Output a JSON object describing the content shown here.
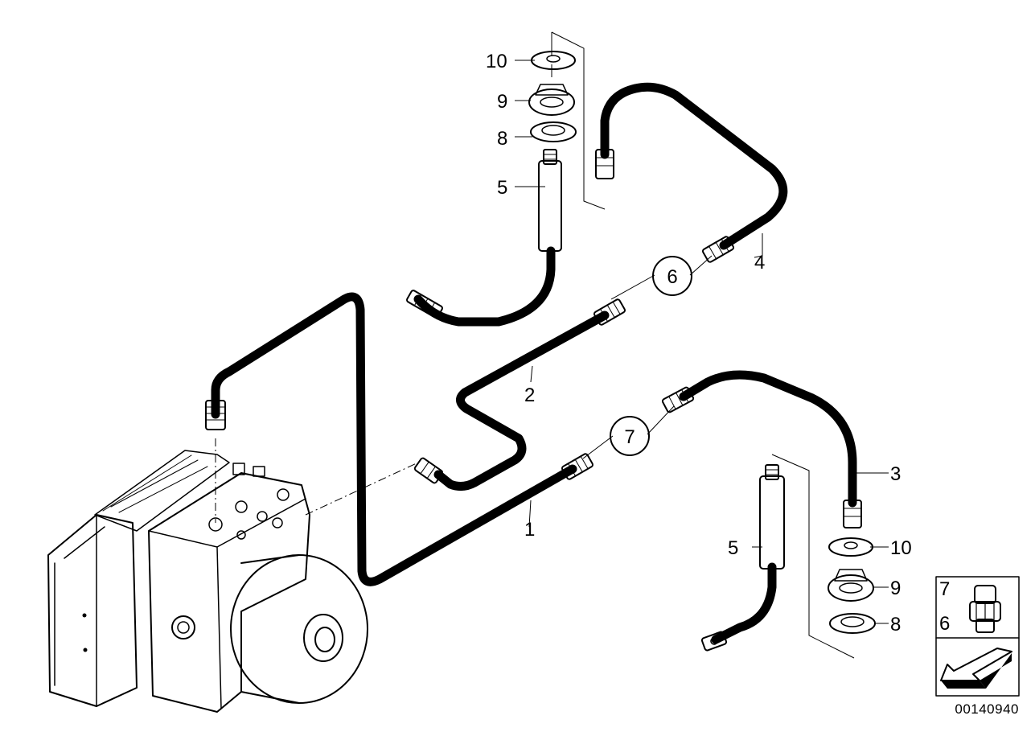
{
  "diagram": {
    "part_labels": [
      {
        "id": "p10a",
        "text": "10"
      },
      {
        "id": "p9a",
        "text": "9"
      },
      {
        "id": "p8a",
        "text": "8"
      },
      {
        "id": "p5a",
        "text": "5"
      },
      {
        "id": "p4",
        "text": "4"
      },
      {
        "id": "p2",
        "text": "2"
      },
      {
        "id": "p1",
        "text": "1"
      },
      {
        "id": "p3",
        "text": "3"
      },
      {
        "id": "p10b",
        "text": "10"
      },
      {
        "id": "p9b",
        "text": "9"
      },
      {
        "id": "p8b",
        "text": "8"
      },
      {
        "id": "p5b",
        "text": "5"
      }
    ],
    "callouts": [
      {
        "id": "c6",
        "text": "6"
      },
      {
        "id": "c7",
        "text": "7"
      }
    ],
    "inset": {
      "label_top": "7",
      "label_bottom": "6"
    },
    "catalog_number": "00140940"
  }
}
